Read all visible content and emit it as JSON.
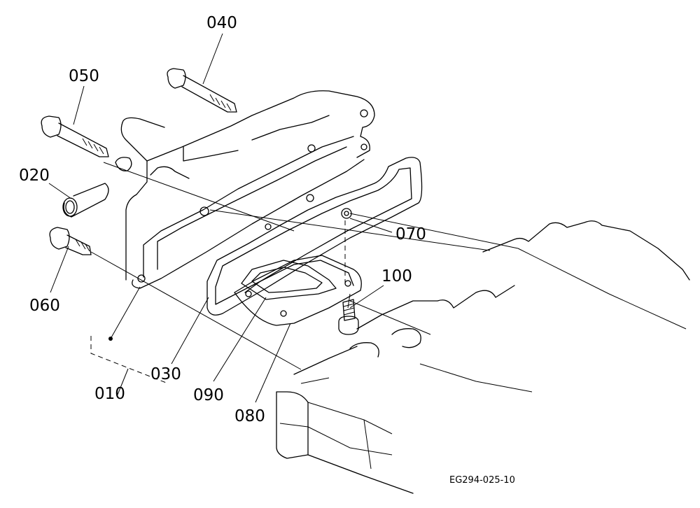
{
  "parts": {
    "p010": "010",
    "p020": "020",
    "p030": "030",
    "p040": "040",
    "p050": "050",
    "p060": "060",
    "p070": "070",
    "p080": "080",
    "p090": "090",
    "p100": "100"
  },
  "figure_code": "EG294-025-10"
}
